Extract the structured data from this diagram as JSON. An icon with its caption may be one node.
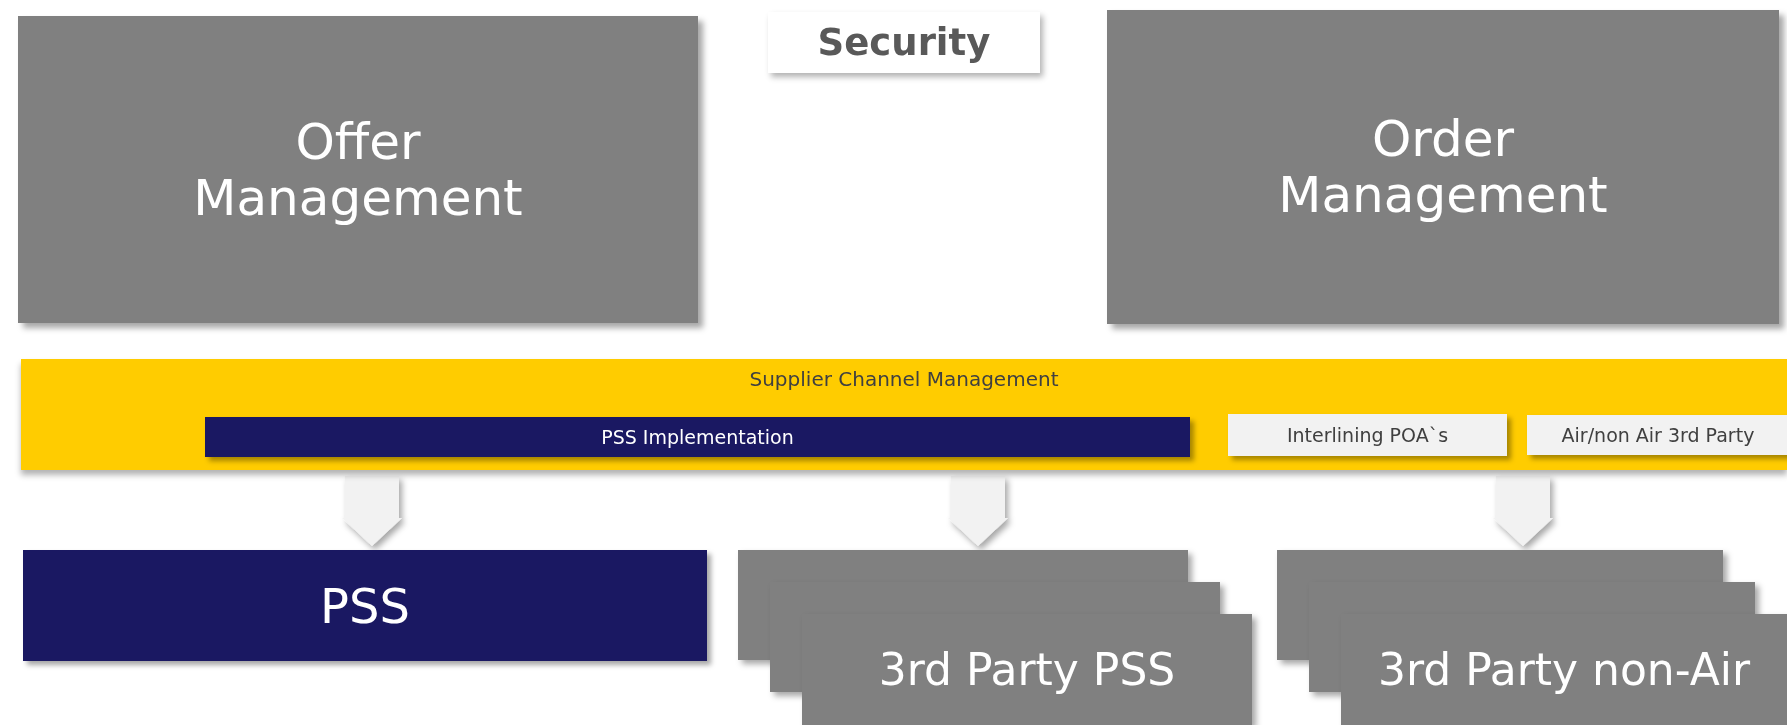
{
  "diagram": {
    "nodes": [
      {
        "text": [
          "Offer Management"
        ]
      },
      {
        "text": [
          "Security"
        ]
      },
      {
        "text": [
          "Order Management"
        ]
      },
      {
        "text": [
          "Supplier Channel Management"
        ]
      },
      {
        "text": [
          "PSS Implementation"
        ],
        "in": 3
      },
      {
        "text": [
          "Interlining POA`s"
        ],
        "in": 3
      },
      {
        "text": [
          "Air/non Air 3rd Party"
        ],
        "in": 3
      },
      {
        "text": [
          "PSS"
        ]
      },
      {
        "text": [
          "3rd Party PSS"
        ]
      },
      {
        "text": [
          "3rd Party non-Air"
        ]
      }
    ],
    "edges": [
      {
        "from": 3,
        "to": 7,
        "arrow": "to"
      },
      {
        "from": 3,
        "to": 8,
        "arrow": "to"
      },
      {
        "from": 3,
        "to": 9,
        "arrow": "to"
      }
    ]
  }
}
